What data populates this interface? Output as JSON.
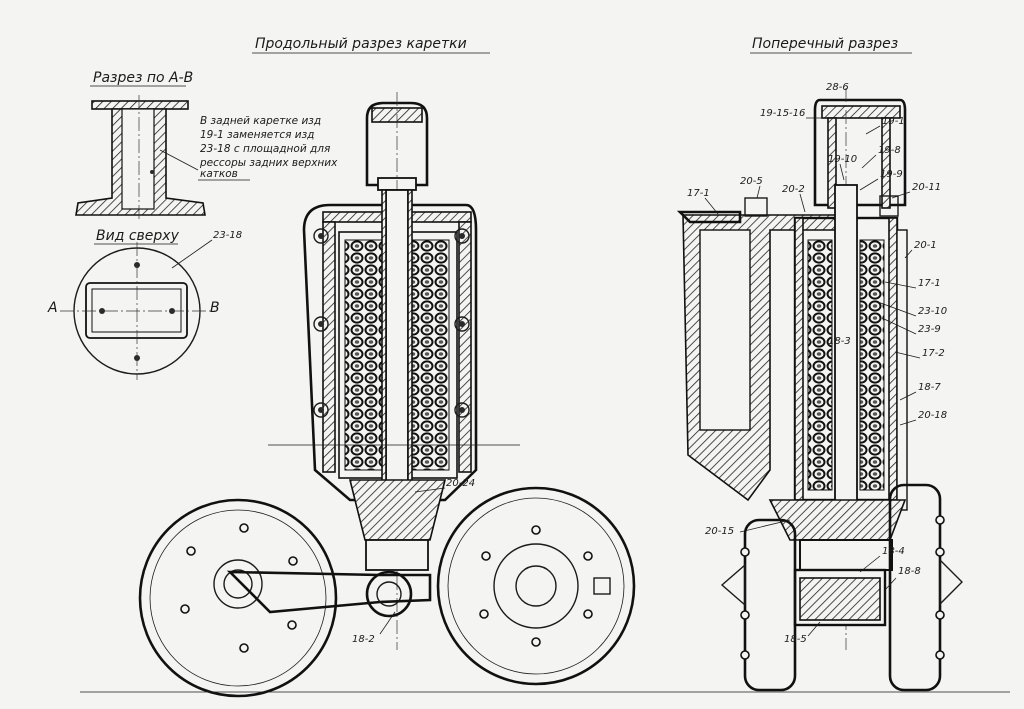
{
  "titles": {
    "longitudinal": "Продольный разрез каретки",
    "transverse": "Поперечный разрез",
    "section_ab": "Разрез по А-В",
    "top_view": "Вид сверху"
  },
  "note_lines": [
    "В задней каретке изд",
    "19-1 заменяется изд",
    "23-18 с площадной для",
    "рессоры задних верхних",
    "катков"
  ],
  "section_marks": {
    "a": "А",
    "b": "В"
  },
  "callouts_left": {
    "c23_18": "23-18",
    "c20_24": "20-24",
    "c18_2": "18-2"
  },
  "callouts_right": {
    "c28_6": "28-6",
    "c19_15_16": "19-15-16",
    "c19_1": "19-1",
    "c19_8": "19-8",
    "c19_10": "19-10",
    "c19_9": "19-9",
    "c20_5": "20-5",
    "c20_2": "20-2",
    "c20_11": "20-11",
    "c17_1a": "17-1",
    "c20_1": "20-1",
    "c17_1b": "17-1",
    "c23_10": "23-10",
    "c23_9": "23-9",
    "c18_3": "18-3",
    "c17_2": "17-2",
    "c18_7": "18-7",
    "c20_18": "20-18",
    "c20_15": "20-15",
    "c18_4": "18-4",
    "c18_8": "18-8",
    "c18_5": "18-5"
  }
}
